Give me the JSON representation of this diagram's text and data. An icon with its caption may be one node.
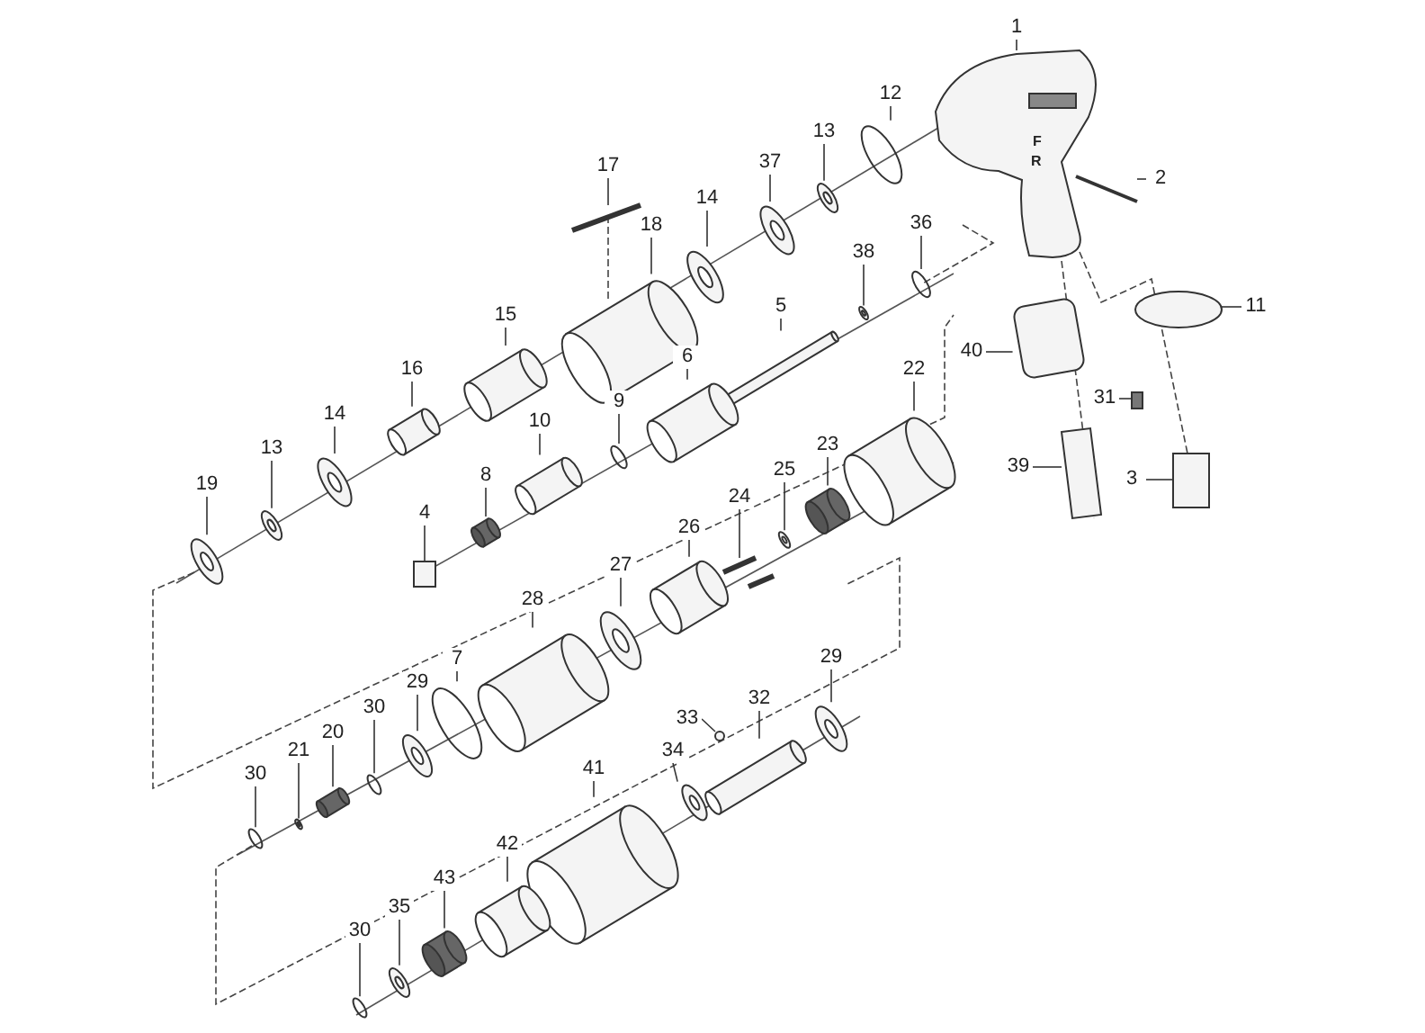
{
  "diagram": {
    "nodes": [
      {
        "text": [
          "1"
        ]
      },
      {
        "text": [
          "12"
        ]
      },
      {
        "text": [
          "13"
        ]
      },
      {
        "text": [
          "37"
        ]
      },
      {
        "text": [
          "14"
        ]
      },
      {
        "text": [
          "17"
        ]
      },
      {
        "text": [
          "18"
        ]
      },
      {
        "text": [
          "36"
        ]
      },
      {
        "text": [
          "38"
        ]
      },
      {
        "text": [
          "2"
        ]
      },
      {
        "text": [
          "15"
        ]
      },
      {
        "text": [
          "5"
        ]
      },
      {
        "text": [
          "11"
        ]
      },
      {
        "text": [
          "40"
        ]
      },
      {
        "text": [
          "6"
        ]
      },
      {
        "text": [
          "16"
        ]
      },
      {
        "text": [
          "14"
        ]
      },
      {
        "text": [
          "9"
        ]
      },
      {
        "text": [
          "31"
        ]
      },
      {
        "text": [
          "22"
        ]
      },
      {
        "text": [
          "13"
        ]
      },
      {
        "text": [
          "10"
        ]
      },
      {
        "text": [
          "23"
        ]
      },
      {
        "text": [
          "39"
        ]
      },
      {
        "text": [
          "3"
        ]
      },
      {
        "text": [
          "25"
        ]
      },
      {
        "text": [
          "8"
        ]
      },
      {
        "text": [
          "19"
        ]
      },
      {
        "text": [
          "24"
        ]
      },
      {
        "text": [
          "4"
        ]
      },
      {
        "text": [
          "26"
        ]
      },
      {
        "text": [
          "27"
        ]
      },
      {
        "text": [
          "28"
        ]
      },
      {
        "text": [
          "29"
        ]
      },
      {
        "text": [
          "7"
        ]
      },
      {
        "text": [
          "29"
        ]
      },
      {
        "text": [
          "32"
        ]
      },
      {
        "text": [
          "30"
        ]
      },
      {
        "text": [
          "33"
        ]
      },
      {
        "text": [
          "20"
        ]
      },
      {
        "text": [
          "34"
        ]
      },
      {
        "text": [
          "21"
        ]
      },
      {
        "text": [
          "30"
        ]
      },
      {
        "text": [
          "41"
        ]
      },
      {
        "text": [
          "42"
        ]
      },
      {
        "text": [
          "43"
        ]
      },
      {
        "text": [
          "35"
        ]
      },
      {
        "text": [
          "30"
        ]
      },
      {
        "text": [],
        "shape": "picture"
      },
      {
        "text": [],
        "shape": "circle"
      },
      {
        "text": [],
        "shape": "picture"
      },
      {
        "text": [],
        "shape": "picture"
      },
      {
        "text": [],
        "shape": "picture"
      },
      {
        "text": [],
        "shape": "picture"
      },
      {
        "text": [],
        "shape": "picture"
      },
      {
        "text": [],
        "shape": "circle"
      },
      {
        "text": [],
        "shape": "picture"
      },
      {
        "text": [],
        "shape": "picture"
      },
      {
        "text": [],
        "shape": "picture"
      },
      {
        "text": [],
        "shape": "picture"
      },
      {
        "text": [],
        "shape": "picture"
      },
      {
        "text": [],
        "shape": "box"
      },
      {
        "text": [],
        "shape": "picture"
      },
      {
        "text": [],
        "shape": "picture"
      },
      {
        "text": [],
        "shape": "picture"
      },
      {
        "text": [],
        "shape": "circle"
      },
      {
        "text": [],
        "shape": "box"
      },
      {
        "text": [],
        "shape": "picture"
      },
      {
        "text": [],
        "shape": "picture"
      },
      {
        "text": [],
        "shape": "picture"
      },
      {
        "text": [],
        "shape": "picture"
      },
      {
        "text": [],
        "shape": "picture"
      },
      {
        "text": [],
        "shape": "box"
      },
      {
        "text": [],
        "shape": "picture"
      },
      {
        "text": [],
        "shape": "picture"
      },
      {
        "text": [],
        "shape": "picture"
      },
      {
        "text": [],
        "shape": "picture"
      },
      {
        "text": [],
        "shape": "box"
      },
      {
        "text": [],
        "shape": "picture"
      },
      {
        "text": [],
        "shape": "picture"
      },
      {
        "text": [],
        "shape": "picture"
      },
      {
        "text": [],
        "shape": "picture"
      },
      {
        "text": [],
        "shape": "circle"
      },
      {
        "text": [],
        "shape": "picture"
      },
      {
        "text": [],
        "shape": "picture"
      },
      {
        "text": [],
        "shape": "circle"
      },
      {
        "text": [],
        "shape": "circle"
      },
      {
        "text": [],
        "shape": "picture"
      },
      {
        "text": [],
        "shape": "picture"
      },
      {
        "text": [],
        "shape": "picture"
      },
      {
        "text": [],
        "shape": "circle"
      },
      {
        "text": [],
        "shape": "picture"
      },
      {
        "text": [],
        "shape": "picture"
      },
      {
        "text": [],
        "shape": "picture"
      },
      {
        "text": [],
        "shape": "picture"
      },
      {
        "text": [],
        "shape": "circle"
      }
    ],
    "edges": [
      {
        "from": 0,
        "to": 48,
        "arrow": "none"
      },
      {
        "from": 1,
        "to": 49,
        "arrow": "none"
      },
      {
        "from": 2,
        "to": 50,
        "arrow": "none"
      },
      {
        "from": 3,
        "to": 51,
        "arrow": "none"
      },
      {
        "from": 4,
        "to": 52,
        "arrow": "none"
      },
      {
        "from": 5,
        "to": 53,
        "arrow": "none"
      },
      {
        "from": 6,
        "to": 54,
        "arrow": "none"
      },
      {
        "from": 7,
        "to": 55,
        "arrow": "none"
      },
      {
        "from": 8,
        "to": 56,
        "arrow": "none"
      },
      {
        "from": 9,
        "to": 57,
        "arrow": "none"
      },
      {
        "from": 10,
        "to": 58,
        "arrow": "none"
      },
      {
        "from": 11,
        "to": 59,
        "arrow": "none"
      },
      {
        "from": 12,
        "to": 60,
        "arrow": "none"
      },
      {
        "from": 13,
        "to": 61,
        "arrow": "none"
      },
      {
        "from": 14,
        "to": 62,
        "arrow": "none"
      },
      {
        "from": 15,
        "to": 63,
        "arrow": "none"
      },
      {
        "from": 16,
        "to": 64,
        "arrow": "none"
      },
      {
        "from": 17,
        "to": 65,
        "arrow": "none"
      },
      {
        "from": 18,
        "to": 66,
        "arrow": "none"
      },
      {
        "from": 19,
        "to": 67,
        "arrow": "none"
      },
      {
        "from": 20,
        "to": 68,
        "arrow": "none"
      },
      {
        "from": 21,
        "to": 69,
        "arrow": "none"
      },
      {
        "from": 22,
        "to": 70,
        "arrow": "none"
      },
      {
        "from": 23,
        "to": 71,
        "arrow": "none"
      },
      {
        "from": 24,
        "to": 72,
        "arrow": "none"
      },
      {
        "from": 25,
        "to": 73,
        "arrow": "none"
      },
      {
        "from": 26,
        "to": 74,
        "arrow": "none"
      },
      {
        "from": 27,
        "to": 75,
        "arrow": "none"
      },
      {
        "from": 28,
        "to": 76,
        "arrow": "none"
      },
      {
        "from": 29,
        "to": 77,
        "arrow": "none"
      },
      {
        "from": 30,
        "to": 78,
        "arrow": "none"
      },
      {
        "from": 31,
        "to": 79,
        "arrow": "none"
      },
      {
        "from": 32,
        "to": 80,
        "arrow": "none"
      },
      {
        "from": 33,
        "to": 81,
        "arrow": "none"
      },
      {
        "from": 34,
        "to": 82,
        "arrow": "none"
      },
      {
        "from": 35,
        "to": 83,
        "arrow": "none"
      },
      {
        "from": 36,
        "to": 84,
        "arrow": "none"
      },
      {
        "from": 37,
        "to": 85,
        "arrow": "none"
      },
      {
        "from": 38,
        "to": 86,
        "arrow": "none"
      },
      {
        "from": 39,
        "to": 87,
        "arrow": "none"
      },
      {
        "from": 40,
        "to": 88,
        "arrow": "none"
      },
      {
        "from": 41,
        "to": 89,
        "arrow": "none"
      },
      {
        "from": 42,
        "to": 90,
        "arrow": "none"
      },
      {
        "from": 43,
        "to": 91,
        "arrow": "none"
      },
      {
        "from": 44,
        "to": 92,
        "arrow": "none"
      },
      {
        "from": 45,
        "to": 93,
        "arrow": "none"
      },
      {
        "from": 46,
        "to": 94,
        "arrow": "none"
      },
      {
        "from": 47,
        "to": 95,
        "arrow": "none"
      }
    ],
    "labels": [
      "F",
      "R"
    ]
  }
}
